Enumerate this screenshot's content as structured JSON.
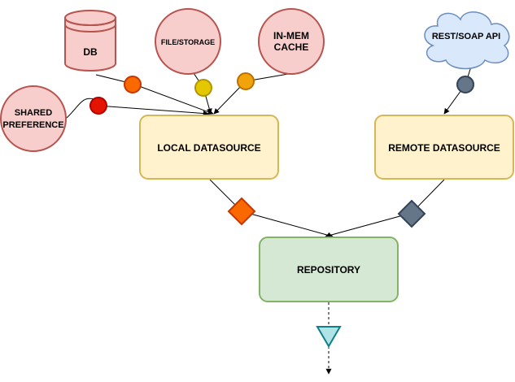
{
  "nodes": {
    "db": "DB",
    "file_storage": "FILE/STORAGE",
    "in_mem_cache": [
      "IN-MEM",
      "CACHE"
    ],
    "rest_soap_api": "REST/SOAP API",
    "shared_preference": [
      "SHARED",
      "PREFERENCE"
    ],
    "local_datasource": "LOCAL DATASOURCE",
    "remote_datasource": "REMOTE DATASOURCE",
    "repository": "REPOSITORY"
  },
  "colors": {
    "pink_fill": "#f8cecc",
    "pink_stroke": "#b85450",
    "yellow_fill": "#fff2cc",
    "yellow_stroke": "#d6b656",
    "green_fill": "#d5e8d4",
    "green_stroke": "#82b366",
    "cloud_fill": "#dae8fc",
    "cloud_stroke": "#6c8ebf",
    "marker_orange": "#fa6800",
    "marker_yellow": "#e3c800",
    "marker_amber": "#f0a30a",
    "marker_red": "#e51400",
    "marker_slate": "#647687",
    "marker_teal": "#b0e3e6"
  }
}
